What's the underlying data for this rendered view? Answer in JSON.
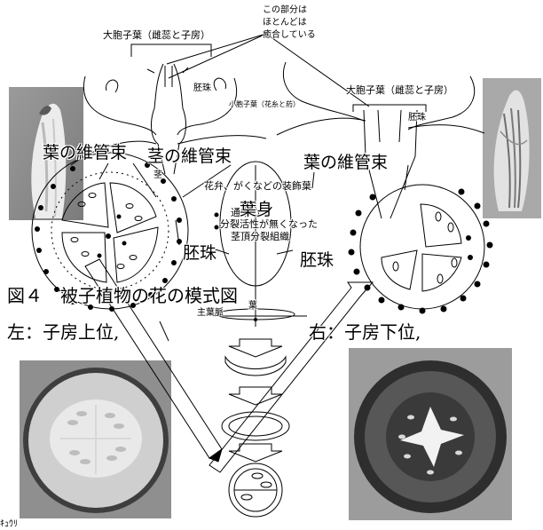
{
  "labels": {
    "note_line1": "この部分は",
    "note_line2": "ほとんどは",
    "note_line3": "癒合している",
    "megasporophyll_left": "大胞子葉（雌蕊と子房）",
    "megasporophyll_right": "大胞子葉（雌蕊と子房）",
    "microsporophyll": "小胞子葉（花糸と葯）",
    "ovule_left": "胚珠",
    "ovule_right": "胚珠",
    "leaf_bundle_left": "葉の維管束",
    "stem_bundle": "茎の維管束",
    "leaf_bundle_right": "葉の維管束",
    "stem_small": "茎",
    "petals": "花弁、がくなどの装飾葉",
    "normal_leaf": "通常の葉",
    "blade": "葉身",
    "meristem_line1": "分裂活性が無くなった",
    "meristem_line2": "茎頂分裂組織",
    "ovule_mid_left": "胚珠",
    "ovule_mid_right": "胚珠",
    "leaf_small": "葉",
    "midrib": "主葉脈",
    "fig_title": "図４　被子植物の花の模式図",
    "left_caption": "左：子房上位,",
    "right_caption": "右：子房下位,",
    "bottom_fragment": "ｷｭｳﾘ"
  },
  "colors": {
    "ink": "#000000",
    "paper": "#ffffff",
    "photo_gray_light": "#bdbdbd",
    "photo_gray_dark": "#4a4a4a"
  },
  "photos": [
    {
      "name": "left-flower-photo-icon",
      "tone": "light"
    },
    {
      "name": "right-flower-photo-icon",
      "tone": "light"
    },
    {
      "name": "cucumber-slice-photo-icon",
      "tone": "light"
    },
    {
      "name": "tomato-slice-photo-icon",
      "tone": "dark"
    }
  ]
}
